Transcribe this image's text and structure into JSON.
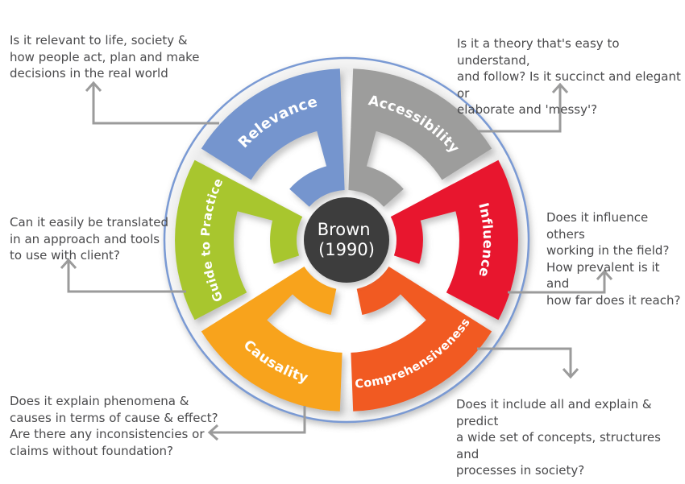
{
  "center": {
    "name": "Brown",
    "year": "(1990)",
    "bg": "#3E3E3E"
  },
  "colors": {
    "ring": "#7A9AD4",
    "callout": "#9B9B9B"
  },
  "segments": [
    {
      "label": "Accessibility",
      "color": "#9D9D9C",
      "annotation": "Is it a theory that's easy to understand,\nand follow? Is it succinct and elegant or\nelaborate and 'messy'?"
    },
    {
      "label": "Influence",
      "color": "#E8152D",
      "annotation": "Does it influence others\nworking in the field?\nHow prevalent is it and\nhow far does it reach?"
    },
    {
      "label": "Comprehensiveness",
      "color": "#F15A24",
      "annotation": "Does it include all and explain & predict\na wide set of concepts, structures and\nprocesses in society?"
    },
    {
      "label": "Causality",
      "color": "#F8A31A",
      "annotation": "Does it explain phenomena &\ncauses in terms of cause & effect?\nAre there any inconsistencies or\nclaims without foundation?"
    },
    {
      "label": "Guide to Practice",
      "color": "#A8C62D",
      "annotation": "Can it easily be translated\nin an approach and tools\nto use with client?"
    },
    {
      "label": "Relevance",
      "color": "#7495CE",
      "annotation": "Is it relevant to life, society &\nhow people act, plan and make\ndecisions in the real world"
    }
  ]
}
